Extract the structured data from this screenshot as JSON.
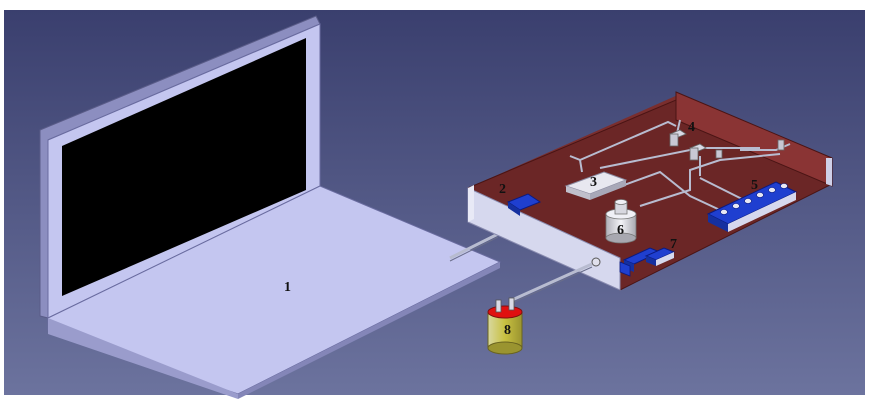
{
  "colors": {
    "viewport_top": "#3a3f6e",
    "viewport_bottom": "#6c739e",
    "laptop_surface": "#c4c6f0",
    "laptop_edge": "#9a9ccc",
    "screen": "#000000",
    "board": "#6b2626",
    "box_wall": "#d6d8ee",
    "component_blue": "#1f3fd0",
    "module_white": "#e8e8f0",
    "cylinder_red": "#e01010",
    "cylinder_yellow": "#c8c040",
    "wire": "#b8bcd0"
  },
  "labels": {
    "laptop": "1",
    "comp2": "2",
    "comp3": "3",
    "comp4": "4",
    "comp5": "5",
    "comp6": "6",
    "comp7": "7",
    "comp8": "8"
  }
}
